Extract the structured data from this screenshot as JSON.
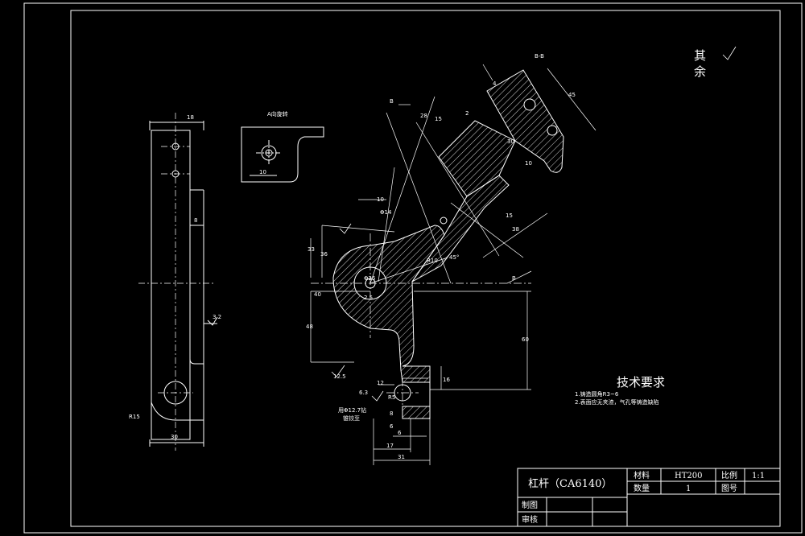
{
  "drawing": {
    "title": "杠杆（CA6140）",
    "material_label": "材料",
    "material_value": "HT200",
    "scale_label": "比例",
    "scale_value": "1:1",
    "quantity_label": "数量",
    "quantity_value": "1",
    "drawing_no_label": "图号",
    "drawn_label": "制图",
    "checked_label": "审核"
  },
  "roughness_note": {
    "line1": "其",
    "line2": "余"
  },
  "tech_req": {
    "title": "技术要求",
    "items": [
      "1.铸造圆角R3~6",
      "2.表面应无夹渣，气孔等铸造缺陷"
    ]
  },
  "views": {
    "section_bb": "B-B",
    "view_a": "A向旋转",
    "arrow_b1": "B",
    "arrow_b2": "B"
  },
  "dims": {
    "left_top_width": "18",
    "left_slot": "8",
    "left_bottom_width": "30",
    "left_radius": "R15",
    "left_roughness": "3.2",
    "view_a_width": "10",
    "d28": "28",
    "d15": "15",
    "d2": "2",
    "d4": "4",
    "d45": "45",
    "d30": "30",
    "d10": "10",
    "d15b": "15",
    "d38": "38",
    "d10b": "10",
    "d64": "Φ14",
    "d33": "33",
    "d36": "36",
    "d40": "40",
    "d30b": "R10",
    "d45b": "45°",
    "dia_big": "Φ25",
    "d25": "2.5",
    "d48": "48",
    "d60": "60",
    "d16": "16",
    "d125": "12.5",
    "d63": "6.3",
    "d6": "6",
    "d17": "17",
    "d31": "31",
    "hole_note1": "用Φ12.7钻",
    "hole_note2": "锥铰至",
    "d12": "12",
    "r5": "R5",
    "d8": "8",
    "d6b": "6"
  }
}
